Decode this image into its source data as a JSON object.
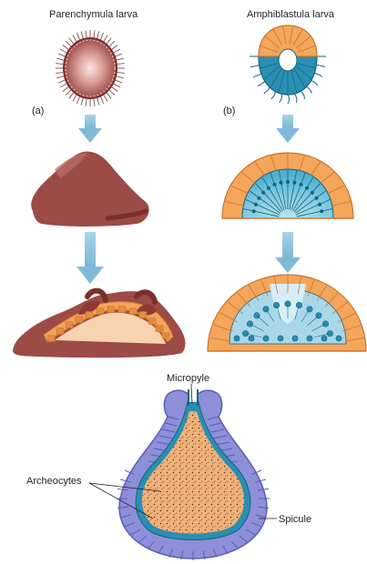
{
  "labels": {
    "parenchymula": "Parenchymula larva",
    "amphiblastula": "Amphiblastula larva",
    "panel_a": "(a)",
    "panel_b": "(b)",
    "micropyle": "Micropyle",
    "archeocytes": "Archeocytes",
    "spicule": "Spicule"
  },
  "colors": {
    "maroon": "#9a4a45",
    "maroon_dark": "#6e2f2c",
    "orange": "#f4a65a",
    "orange_outline": "#c9752e",
    "teal": "#2a8fb3",
    "teal_dark": "#13637f",
    "purple": "#8d8fd8",
    "purple_dark": "#5b5db5",
    "arrow": "#8fc3dc"
  }
}
